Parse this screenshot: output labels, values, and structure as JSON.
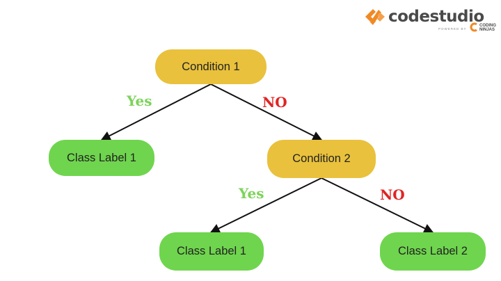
{
  "logo": {
    "brand_part1": "code",
    "brand_part2": "studio",
    "powered_by": "POWERED BY",
    "partner_line1": "CODING",
    "partner_line2": "NINJAS",
    "icon": "code-studio-logo-icon",
    "partner_icon": "coding-ninjas-logo-icon"
  },
  "colors": {
    "condition_fill": "#e9c13c",
    "leaf_fill": "#6fd54e",
    "yes_text": "#7dd35a",
    "no_text": "#e02424",
    "brand_orange": "#f08a24"
  },
  "tree": {
    "condition_1": "Condition 1",
    "condition_2": "Condition 2",
    "leaf_left": "Class Label 1",
    "leaf_mid": "Class Label 1",
    "leaf_right": "Class Label 2",
    "edge_yes_1": "Yes",
    "edge_no_1": "NO",
    "edge_yes_2": "Yes",
    "edge_no_2": "NO"
  }
}
